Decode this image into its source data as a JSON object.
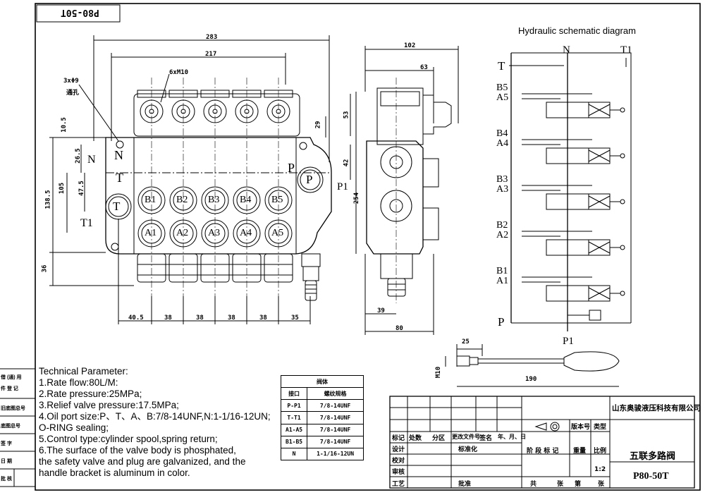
{
  "drawing_code": "P80-50T",
  "dimensions": {
    "d283": "283",
    "d217": "217",
    "d102": "102",
    "d63": "63",
    "d53": "53",
    "d29": "29",
    "d42": "42",
    "d254": "254",
    "d10_5": "10.5",
    "d26_5": "26.5",
    "d47_5": "47.5",
    "d105": "105",
    "d138_5": "138.5",
    "d36": "36",
    "d39": "39",
    "d80": "80",
    "d25": "25",
    "m10": "M10",
    "d190": "190",
    "bottom": [
      "40.5",
      "38",
      "38",
      "38",
      "38",
      "35"
    ],
    "holes": "3xΦ9",
    "holes_note": "通孔",
    "thread": "6xM10"
  },
  "ports": {
    "t": "T",
    "n": "N",
    "p": "P",
    "p1": "P1",
    "t1": "T1",
    "b": [
      "B1",
      "B2",
      "B3",
      "B4",
      "B5"
    ],
    "a": [
      "A1",
      "A2",
      "A3",
      "A4",
      "A5"
    ]
  },
  "schematic": {
    "title": "Hydraulic schematic diagram",
    "n": "N",
    "t1": "T1",
    "t": "T",
    "p": "P",
    "p1": "P1",
    "sections": [
      {
        "b": "B5",
        "a": "A5"
      },
      {
        "b": "B4",
        "a": "A4"
      },
      {
        "b": "B3",
        "a": "A3"
      },
      {
        "b": "B2",
        "a": "A2"
      },
      {
        "b": "B1",
        "a": "A1"
      }
    ]
  },
  "technical": {
    "heading": "Technical Parameter:",
    "lines": [
      "1.Rate flow:80L/M:",
      "2.Rate pressure:25MPa;",
      "3.Relief valve pressure:17.5MPa;",
      "4.Oil port size:P、T、A、B:7/8-14UNF,N:1-1/16-12UN;",
      "O-RING sealing;",
      "5.Control type:cylinder spool,spring return;",
      "6.The surface of the valve body is phosphated,",
      "the safety valve and plug are galvanized, and the",
      "handle bracket is aluminum in color."
    ]
  },
  "port_table": {
    "title": "阀体",
    "header": [
      "接口",
      "螺纹规格"
    ],
    "rows": [
      [
        "P-P1",
        "7/8-14UNF"
      ],
      [
        "T-T1",
        "7/8-14UNF"
      ],
      [
        "A1-A5",
        "7/8-14UNF"
      ],
      [
        "B1-B5",
        "7/8-14UNF"
      ],
      [
        "N",
        "1-1/16-12UN"
      ]
    ]
  },
  "title_block": {
    "company": "山东奥骏液压科技有限公司",
    "part_name": "五联多路阀",
    "part_code": "P80-50T",
    "scale": "1:2",
    "labels": {
      "version": "版本号",
      "type": "类型",
      "mark": "标记",
      "count": "处数",
      "zone": "分区",
      "change_doc": "更改文件号",
      "sign": "签名",
      "date": "年、月、日",
      "design": "设计",
      "standard": "标准化",
      "stage": "阶 段 标 记",
      "weight": "重量",
      "ratio": "比例",
      "check": "校对",
      "review": "审核",
      "process": "工艺",
      "approve": "批准",
      "total": "共",
      "sheets": "张",
      "nth": "第",
      "sheet": "张"
    }
  },
  "side_labels": [
    "借 (通) 用",
    "件 登 记",
    "旧底图总号",
    "底图总号",
    "签 字",
    "日 期",
    "批 核"
  ]
}
